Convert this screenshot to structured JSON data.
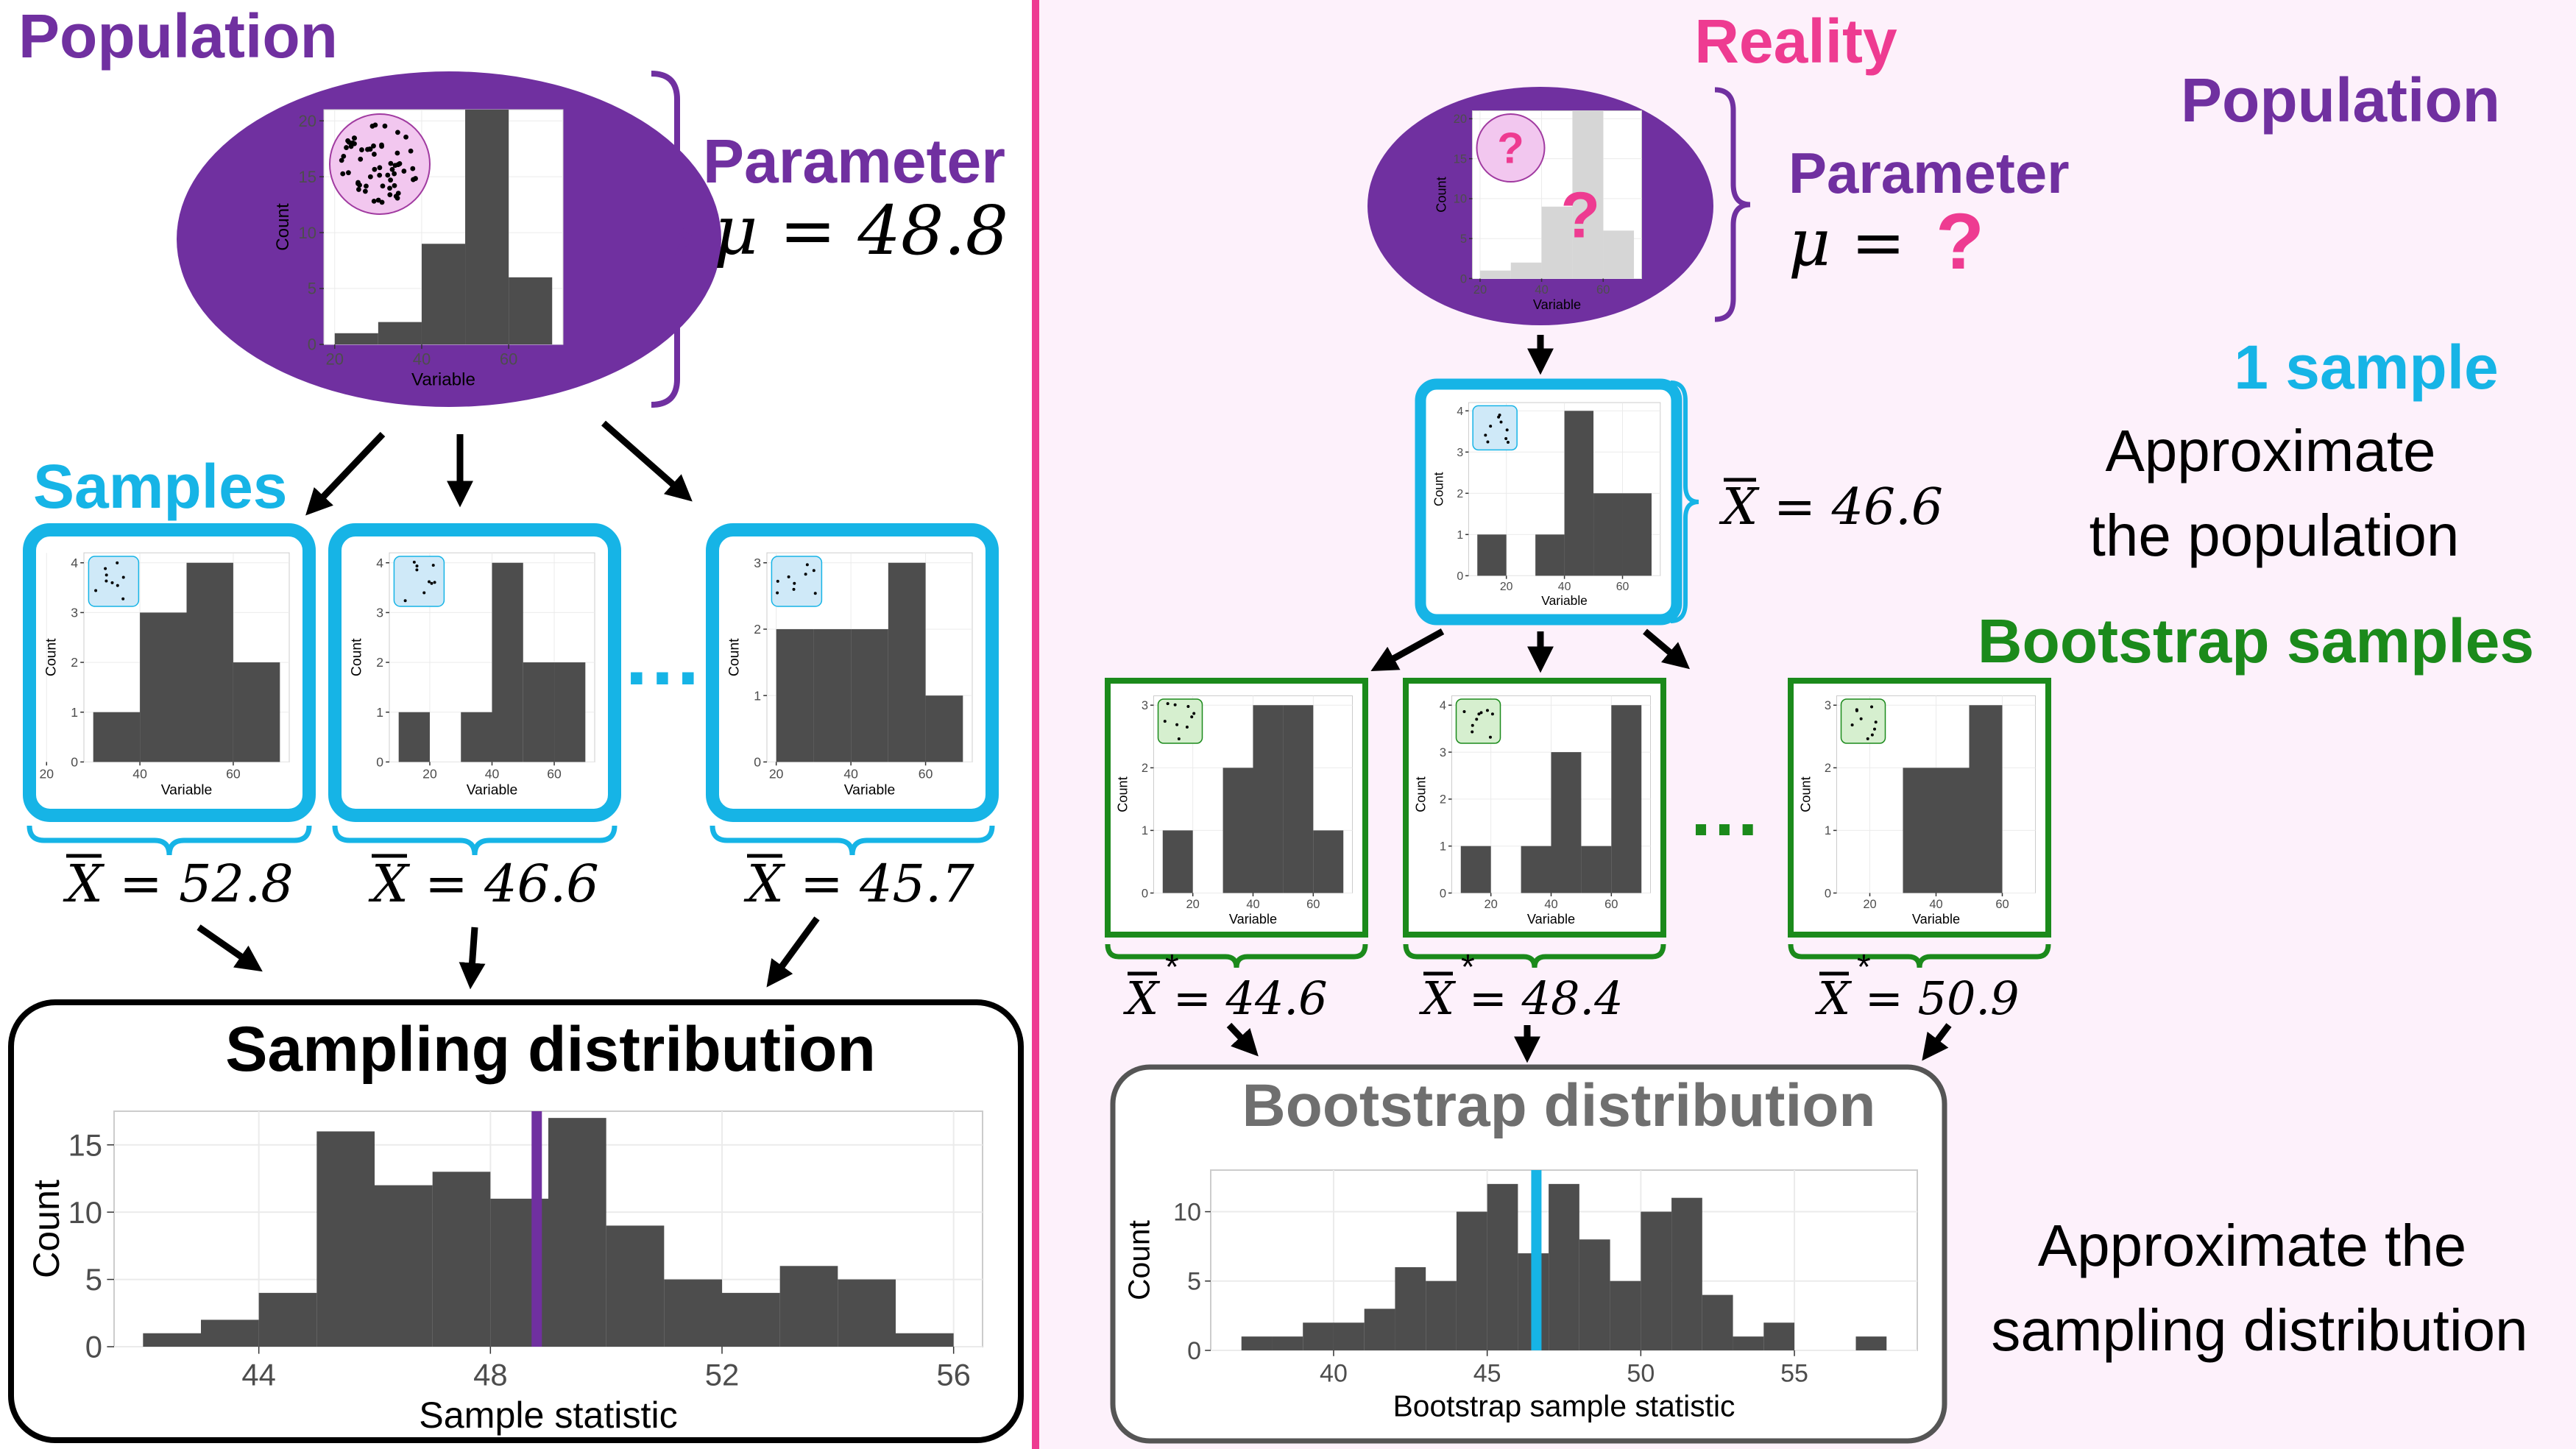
{
  "colors": {
    "purple": "#7030a0",
    "blue": "#16b4e6",
    "green": "#1b8a1b",
    "pink": "#ee3b91",
    "bar": "#4d4d4d",
    "lightbar": "#d6d6d6",
    "right_bg": "#fdf1fb"
  },
  "left": {
    "population_title": "Population",
    "parameter_title": "Parameter",
    "parameter_eq": "μ = 48.8",
    "samples_title": "Samples",
    "ellipsis": "…",
    "sample_means": [
      "X = 52.8",
      "X = 46.6",
      "X = 45.7"
    ],
    "sampling_title": "Sampling distribution",
    "sampling_x_label": "Sample statistic",
    "sampling_y_label": "Count"
  },
  "right": {
    "reality_title": "Reality",
    "population_title": "Population",
    "parameter_title": "Parameter",
    "parameter_eq": "μ =",
    "question": "?",
    "one_sample_title": "1 sample",
    "approx_pop": [
      "Approximate",
      "the population"
    ],
    "one_sample_mean": "X = 46.6",
    "bootstrap_samples_title": "Bootstrap samples",
    "ellipsis": "…",
    "bootstrap_means": [
      "X = 44.6",
      "X = 48.4",
      "X = 50.9"
    ],
    "bootstrap_dist_title": "Bootstrap distribution",
    "bootstrap_x_label": "Bootstrap sample statistic",
    "bootstrap_y_label": "Count",
    "approx_sampling": [
      "Approximate the",
      "sampling distribution"
    ]
  },
  "chart_data": [
    {
      "type": "bar",
      "name_id": "population",
      "x_edges": [
        20,
        30,
        40,
        50,
        60,
        70
      ],
      "values": [
        1,
        2,
        9,
        21,
        6
      ],
      "x_ticks": [
        20,
        40,
        60
      ],
      "y_ticks": [
        0,
        5,
        10,
        15,
        20
      ],
      "ylim": [
        0,
        21
      ],
      "xlabel": "Variable",
      "ylabel": "Count"
    },
    {
      "type": "bar",
      "name_id": "sample-1",
      "x_edges": [
        30,
        40,
        50,
        60,
        70
      ],
      "values": [
        1,
        3,
        4,
        2
      ],
      "x_ticks": [
        20,
        40,
        60
      ],
      "y_ticks": [
        0,
        1,
        2,
        3,
        4
      ],
      "ylim": [
        0,
        4.2
      ],
      "xlabel": "Variable",
      "ylabel": "Count"
    },
    {
      "type": "bar",
      "name_id": "sample-2",
      "x_edges": [
        10,
        20,
        30,
        40,
        50,
        60,
        70
      ],
      "values": [
        1,
        0,
        1,
        4,
        2,
        2
      ],
      "x_ticks": [
        20,
        40,
        60
      ],
      "y_ticks": [
        0,
        1,
        2,
        3,
        4
      ],
      "ylim": [
        0,
        4.2
      ],
      "xlabel": "Variable",
      "ylabel": "Count"
    },
    {
      "type": "bar",
      "name_id": "sample-3",
      "x_edges": [
        20,
        30,
        40,
        50,
        60,
        70
      ],
      "values": [
        2,
        2,
        2,
        3,
        1
      ],
      "x_ticks": [
        20,
        40,
        60
      ],
      "y_ticks": [
        0,
        1,
        2,
        3
      ],
      "ylim": [
        0,
        3.15
      ],
      "xlabel": "Variable",
      "ylabel": "Count"
    },
    {
      "type": "bar",
      "name_id": "sampling-distribution",
      "x_edges": [
        42,
        43,
        44,
        45,
        46,
        47,
        48,
        49,
        50,
        51,
        52,
        53,
        54,
        55,
        56
      ],
      "values": [
        1,
        2,
        4,
        16,
        12,
        13,
        11,
        17,
        9,
        5,
        4,
        6,
        5,
        1
      ],
      "x_ticks": [
        44,
        48,
        52,
        56
      ],
      "y_ticks": [
        0,
        5,
        10,
        15
      ],
      "ylim": [
        0,
        17.5
      ],
      "xlim": [
        41.5,
        56.5
      ],
      "vline": 48.8,
      "xlabel": "Sample statistic",
      "ylabel": "Count"
    },
    {
      "type": "bar",
      "name_id": "reality-population",
      "x_edges": [
        20,
        30,
        40,
        50,
        60,
        70
      ],
      "values": [
        1,
        2,
        9,
        21,
        6
      ],
      "x_ticks": [
        20,
        40,
        60
      ],
      "y_ticks": [
        0,
        5,
        10,
        15,
        20
      ],
      "ylim": [
        0,
        21
      ],
      "xlabel": "Variable",
      "ylabel": "Count"
    },
    {
      "type": "bar",
      "name_id": "one-sample",
      "x_edges": [
        10,
        20,
        30,
        40,
        50,
        60,
        70
      ],
      "values": [
        1,
        0,
        1,
        4,
        2,
        2
      ],
      "x_ticks": [
        20,
        40,
        60
      ],
      "y_ticks": [
        0,
        1,
        2,
        3,
        4
      ],
      "ylim": [
        0,
        4.2
      ],
      "xlabel": "Variable",
      "ylabel": "Count"
    },
    {
      "type": "bar",
      "name_id": "bootstrap-1",
      "x_edges": [
        10,
        20,
        30,
        40,
        50,
        60,
        70
      ],
      "values": [
        1,
        0,
        2,
        3,
        3,
        1
      ],
      "x_ticks": [
        20,
        40,
        60
      ],
      "y_ticks": [
        0,
        1,
        2,
        3
      ],
      "ylim": [
        0,
        3.15
      ],
      "xlabel": "Variable",
      "ylabel": "Count"
    },
    {
      "type": "bar",
      "name_id": "bootstrap-2",
      "x_edges": [
        10,
        20,
        30,
        40,
        50,
        60,
        70
      ],
      "values": [
        1,
        0,
        1,
        3,
        1,
        4
      ],
      "x_ticks": [
        20,
        40,
        60
      ],
      "y_ticks": [
        0,
        1,
        2,
        3,
        4
      ],
      "ylim": [
        0,
        4.2
      ],
      "xlabel": "Variable",
      "ylabel": "Count"
    },
    {
      "type": "bar",
      "name_id": "bootstrap-3",
      "x_edges": [
        30,
        50,
        60
      ],
      "values": [
        2,
        3
      ],
      "x_ticks": [
        20,
        40,
        60
      ],
      "y_ticks": [
        0,
        1,
        2,
        3
      ],
      "ylim": [
        0,
        3.15
      ],
      "xlim": [
        10,
        70
      ],
      "xlabel": "Variable",
      "ylabel": "Count"
    },
    {
      "type": "bar",
      "name_id": "bootstrap-distribution",
      "x_edges": [
        37,
        38,
        39,
        40,
        41,
        42,
        43,
        44,
        45,
        46,
        47,
        48,
        49,
        50,
        51,
        52,
        53,
        54,
        55,
        56,
        57,
        58
      ],
      "values": [
        1,
        1,
        2,
        2,
        3,
        6,
        5,
        10,
        12,
        7,
        12,
        8,
        5,
        10,
        11,
        4,
        1,
        2,
        0,
        0,
        1
      ],
      "x_ticks": [
        40,
        45,
        50,
        55
      ],
      "y_ticks": [
        0,
        5,
        10
      ],
      "ylim": [
        0,
        13
      ],
      "xlim": [
        36,
        59
      ],
      "vline": 46.6,
      "xlabel": "Bootstrap sample statistic",
      "ylabel": "Count"
    }
  ]
}
